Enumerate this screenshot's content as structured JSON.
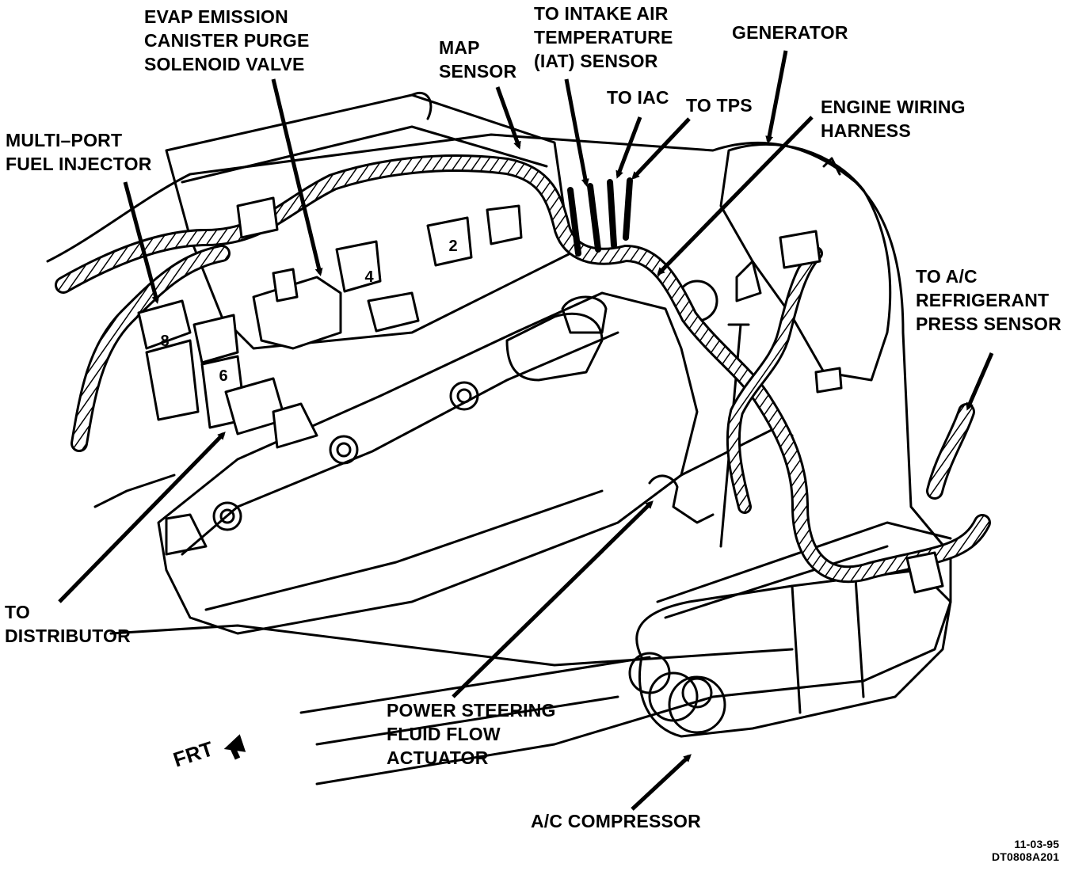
{
  "labels": {
    "evap": [
      "EVAP EMISSION",
      "CANISTER PURGE",
      "SOLENOID VALVE"
    ],
    "map": [
      "MAP",
      "SENSOR"
    ],
    "iat": [
      "TO INTAKE AIR",
      "TEMPERATURE",
      "(IAT) SENSOR"
    ],
    "generator": [
      "GENERATOR"
    ],
    "iac": [
      "TO IAC"
    ],
    "tps": [
      "TO TPS"
    ],
    "harness": [
      "ENGINE WIRING",
      "HARNESS"
    ],
    "injector": [
      "MULTI–PORT",
      "FUEL INJECTOR"
    ],
    "ac_sensor": [
      "TO A/C",
      "REFRIGERANT",
      "PRESS SENSOR"
    ],
    "distributor": [
      "TO",
      "DISTRIBUTOR"
    ],
    "power_steering": [
      "POWER STEERING",
      "FLUID FLOW",
      "ACTUATOR"
    ],
    "compressor": [
      "A/C COMPRESSOR"
    ],
    "front": [
      "FRT"
    ],
    "figure_id": [
      "11-03-95",
      "DT0808A201"
    ]
  },
  "connector_numbers": [
    "2",
    "4",
    "6",
    "8"
  ]
}
